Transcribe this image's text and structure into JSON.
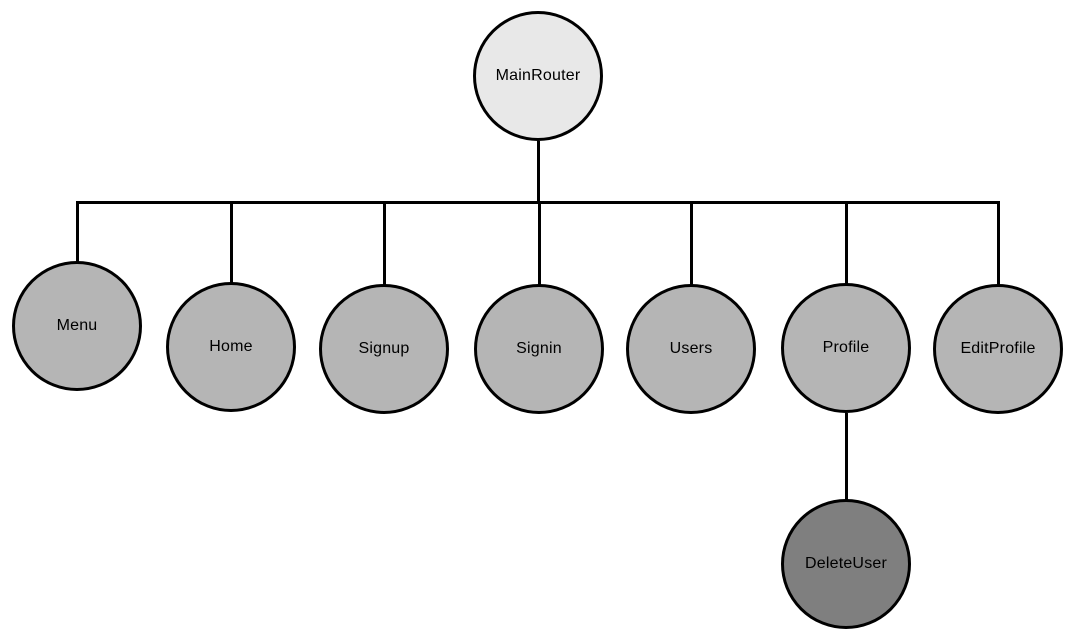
{
  "diagram": {
    "type": "tree",
    "background_color": "#ffffff",
    "stroke_color": "#000000",
    "colors": {
      "root_fill": "#e8e8e8",
      "child_fill": "#b5b5b5",
      "leaf_fill": "#7f7f7f"
    },
    "nodes": [
      {
        "id": "MainRouter",
        "label": "MainRouter",
        "role": "root",
        "fill": "#e8e8e8"
      },
      {
        "id": "Menu",
        "label": "Menu",
        "role": "child",
        "fill": "#b5b5b5"
      },
      {
        "id": "Home",
        "label": "Home",
        "role": "child",
        "fill": "#b5b5b5"
      },
      {
        "id": "Signup",
        "label": "Signup",
        "role": "child",
        "fill": "#b5b5b5"
      },
      {
        "id": "Signin",
        "label": "Signin",
        "role": "child",
        "fill": "#b5b5b5"
      },
      {
        "id": "Users",
        "label": "Users",
        "role": "child",
        "fill": "#b5b5b5"
      },
      {
        "id": "Profile",
        "label": "Profile",
        "role": "child",
        "fill": "#b5b5b5"
      },
      {
        "id": "EditProfile",
        "label": "EditProfile",
        "role": "child",
        "fill": "#b5b5b5"
      },
      {
        "id": "DeleteUser",
        "label": "DeleteUser",
        "role": "leaf",
        "fill": "#7f7f7f"
      }
    ],
    "edges": [
      {
        "from": "MainRouter",
        "to": "Menu"
      },
      {
        "from": "MainRouter",
        "to": "Home"
      },
      {
        "from": "MainRouter",
        "to": "Signup"
      },
      {
        "from": "MainRouter",
        "to": "Signin"
      },
      {
        "from": "MainRouter",
        "to": "Users"
      },
      {
        "from": "MainRouter",
        "to": "Profile"
      },
      {
        "from": "MainRouter",
        "to": "EditProfile"
      },
      {
        "from": "Profile",
        "to": "DeleteUser"
      }
    ]
  }
}
